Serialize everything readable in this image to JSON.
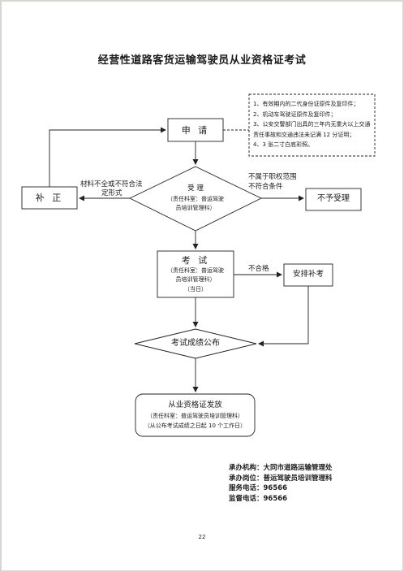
{
  "document": {
    "title": "经营性道路客货运输驾驶员从业资格证考试",
    "page_number": "22"
  },
  "flowchart": {
    "apply": "申 请",
    "requirements": [
      "1、有效期内的二代身份证原件及复印件；",
      "2、机动车驾驶证原件及复印件；",
      "3、公安交警部门出具的三年内无重大以上交通责任事故和交通违法未记满 12 分证明；",
      "4、3 张二寸白底彩照。"
    ],
    "accept": {
      "title": "受 理",
      "dept_line1": "（责任科室：普运驾驶",
      "dept_line2": "员培训管理科）"
    },
    "supplement": "补 正",
    "supplement_label_line1": "材料不全或不符合法",
    "supplement_label_line2": "定形式",
    "reject_label_line1": "不属于职权范围",
    "reject_label_line2": "不符合条件",
    "reject": "不予受理",
    "exam": {
      "title": "考 试",
      "dept_line1": "（责任科室：普运驾驶",
      "dept_line2": "员培训管理科）",
      "when": "（当日）"
    },
    "fail_label": "不合格",
    "retest": "安排补考",
    "results": "考试成绩公布",
    "issue": {
      "title": "从业资格证发放",
      "dept": "（责任科室：普运驾驶员培训管理科）",
      "deadline": "（从公布考试成绩之日起 10 个工作日）"
    }
  },
  "footer": {
    "org": "承办机构：大同市道路运输管理处",
    "post": "承办岗位：普运驾驶员培训管理科",
    "service_phone": "服务电话：96566",
    "supervise_phone": "监督电话：96566"
  }
}
